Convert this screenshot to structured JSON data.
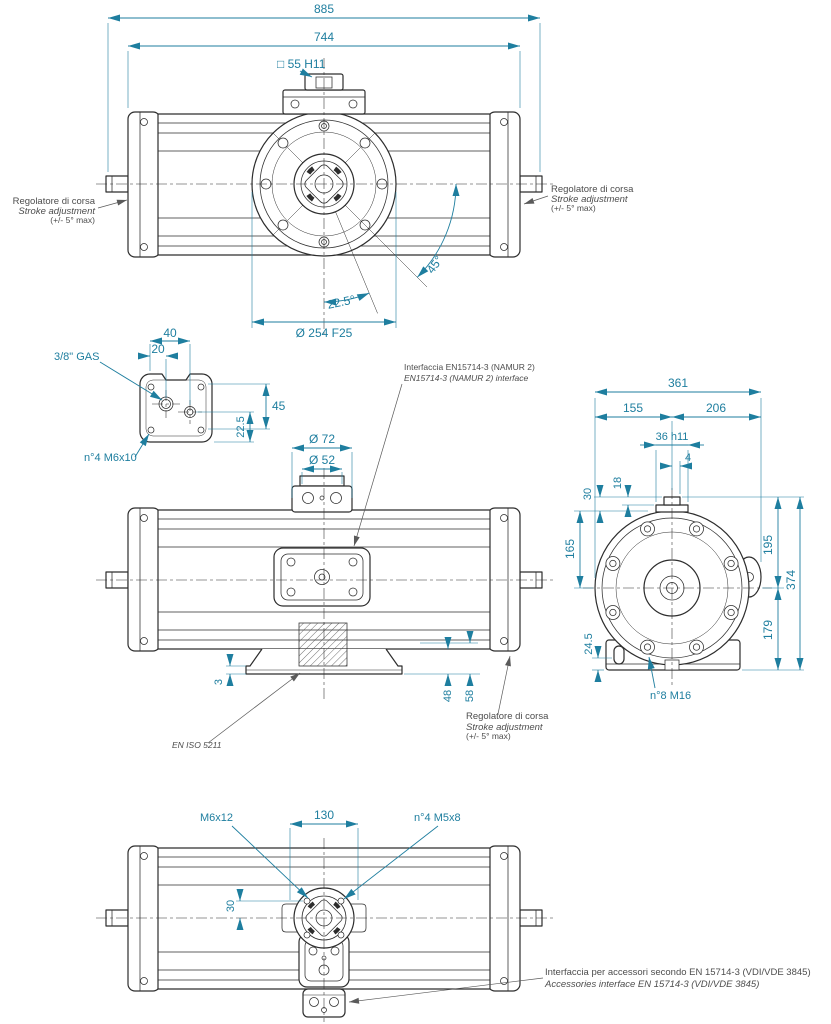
{
  "colors": {
    "dimension_accent": "#1e7e9f",
    "drawing_line": "#2d2d2d",
    "label_text": "#4d4d4d",
    "background": "#ffffff"
  },
  "front": {
    "dim_overall": "885",
    "dim_body": "744",
    "square_drive": "□ 55 H11",
    "flange_dia": "Ø 254  F25",
    "angle_45": "45°",
    "angle_22_5": "22.5°",
    "stroke_left": {
      "l1": "Regolatore di corsa",
      "l2": "Stroke adjustment",
      "l3": "(+/- 5° max)"
    },
    "stroke_right": {
      "l1": "Regolatore di corsa",
      "l2": "Stroke adjustment",
      "l3": "(+/- 5° max)"
    }
  },
  "port_detail": {
    "gas_port": "3/8\" GAS",
    "dim_40": "40",
    "dim_20": "20",
    "dim_45": "45",
    "dim_22_5": "22.5",
    "screws": "n°4 M6x10"
  },
  "side": {
    "dim_d72": "Ø 72",
    "dim_d52": "Ø 52",
    "namur": {
      "l1": "Interfaccia EN15714-3 (NAMUR 2)",
      "l2": "EN15714-3 (NAMUR 2) interface"
    },
    "dim_3": "3",
    "dim_48": "48",
    "dim_58": "58",
    "iso_flange": "EN ISO 5211",
    "stroke": {
      "l1": "Regolatore di corsa",
      "l2": "Stroke adjustment",
      "l3": "(+/- 5° max)"
    }
  },
  "end_view": {
    "dim_361": "361",
    "dim_155": "155",
    "dim_206": "206",
    "dim_36": "36 h11",
    "dim_4": "4",
    "dim_18": "18",
    "dim_30": "30",
    "dim_165": "165",
    "dim_195": "195",
    "dim_374": "374",
    "dim_179": "179",
    "dim_24_5": "24.5",
    "screws": "n°8 M16"
  },
  "bottom": {
    "screw_m6": "M6x12",
    "dim_130": "130",
    "screw_m5": "n°4 M5x8",
    "dim_30": "30",
    "accessories": {
      "l1": "Interfaccia per accessori secondo EN 15714-3 (VDI/VDE 3845)",
      "l2": "Accessories interface EN 15714-3 (VDI/VDE 3845)"
    }
  }
}
